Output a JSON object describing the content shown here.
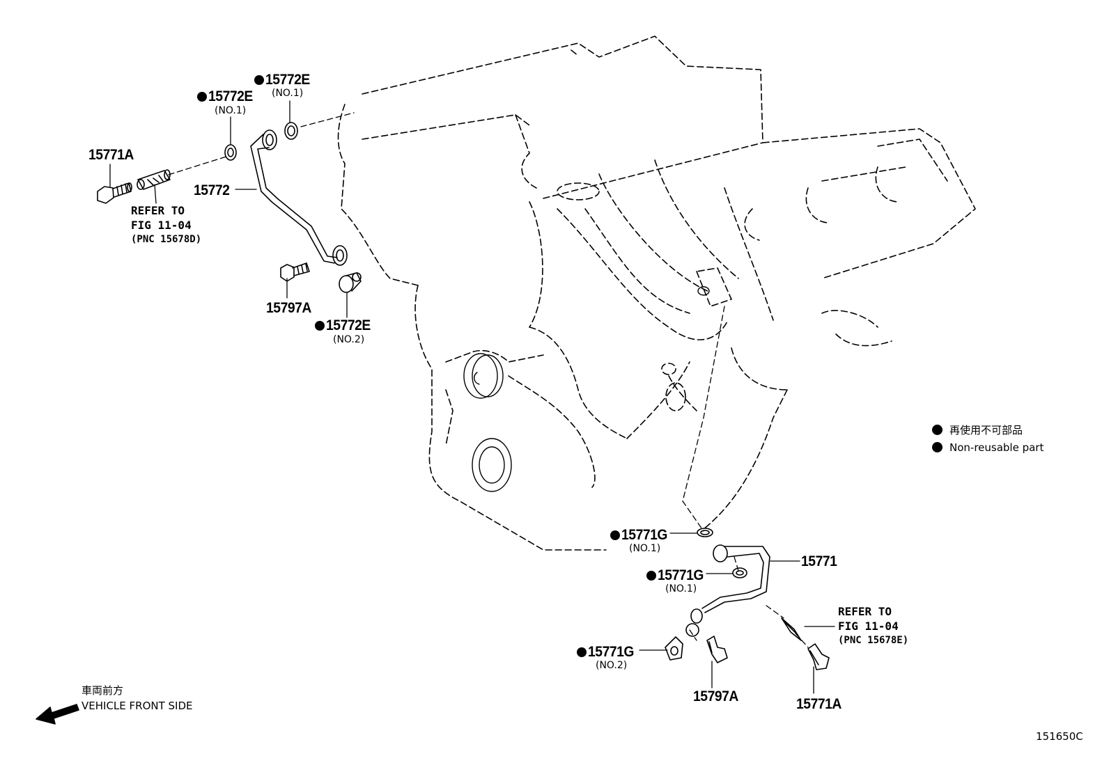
{
  "parts": {
    "p15771A_left": "15771A",
    "p15772E_a": "15772E",
    "p15772E_a_sub": "(NO.1)",
    "p15772E_b": "15772E",
    "p15772E_b_sub": "(NO.1)",
    "p15772": "15772",
    "p15797A_left": "15797A",
    "p15772E_c": "15772E",
    "p15772E_c_sub": "(NO.2)",
    "p15771G_a": "15771G",
    "p15771G_a_sub": "(NO.1)",
    "p15771": "15771",
    "p15771G_b": "15771G",
    "p15771G_b_sub": "(NO.1)",
    "p15771G_c": "15771G",
    "p15771G_c_sub": "(NO.2)",
    "p15797A_right": "15797A",
    "p15771A_right": "15771A"
  },
  "refer_left": {
    "line1": "REFER TO",
    "line2": "FIG 11-04",
    "line3": "(PNC 15678D)"
  },
  "refer_right": {
    "line1": "REFER TO",
    "line2": "FIG 11-04",
    "line3": "(PNC 15678E)"
  },
  "legend": {
    "jp": "再使用不可部品",
    "en": "Non-reusable part"
  },
  "front": {
    "jp": "車両前方",
    "en": "VEHICLE FRONT SIDE"
  },
  "figure_id": "151650C"
}
